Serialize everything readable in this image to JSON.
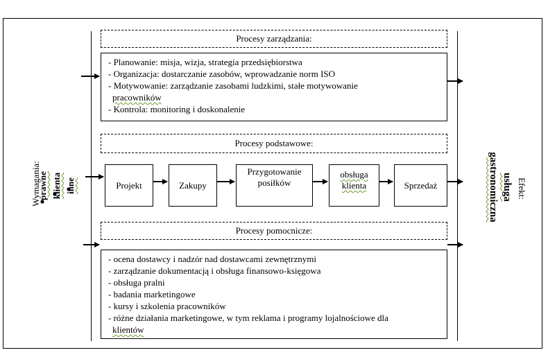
{
  "management": {
    "title": "Procesy zarządzania:",
    "items": [
      "- Planowanie: misja, wizja, strategia przedsiębiorstwa",
      "- Organizacja: dostarczanie zasobów, wprowadzanie norm ISO",
      "- Motywowanie: zarządzanie zasobami ludzkimi, stałe motywowanie",
      "pracowników",
      "- Kontrola: monitoring i doskonalenie"
    ]
  },
  "core": {
    "title": "Procesy podstawowe:",
    "steps": [
      "Projekt",
      "Zakupy",
      "Przygotowanie posiłków",
      "obsługa klienta",
      "Sprzedaż"
    ]
  },
  "support": {
    "title": "Procesy pomocnicze:",
    "items": [
      "- ocena dostawcy i nadzór nad dostawcami zewnętrznymi",
      "- zarządzanie dokumentacją i obsługa finansowo-księgowa",
      "- obsługa pralni",
      "- badania marketingowe",
      "- kursy i szkolenia pracowników",
      "- różne działania marketingowe, w tym reklama i programy lojalnościowe dla",
      "klientów"
    ]
  },
  "requirements": {
    "label": "Wymagania:",
    "items": [
      "prawne",
      "klienta",
      "inne"
    ]
  },
  "effect": {
    "label": "Efekt:",
    "line1": "usługa",
    "line2": "gastronomiczna"
  }
}
